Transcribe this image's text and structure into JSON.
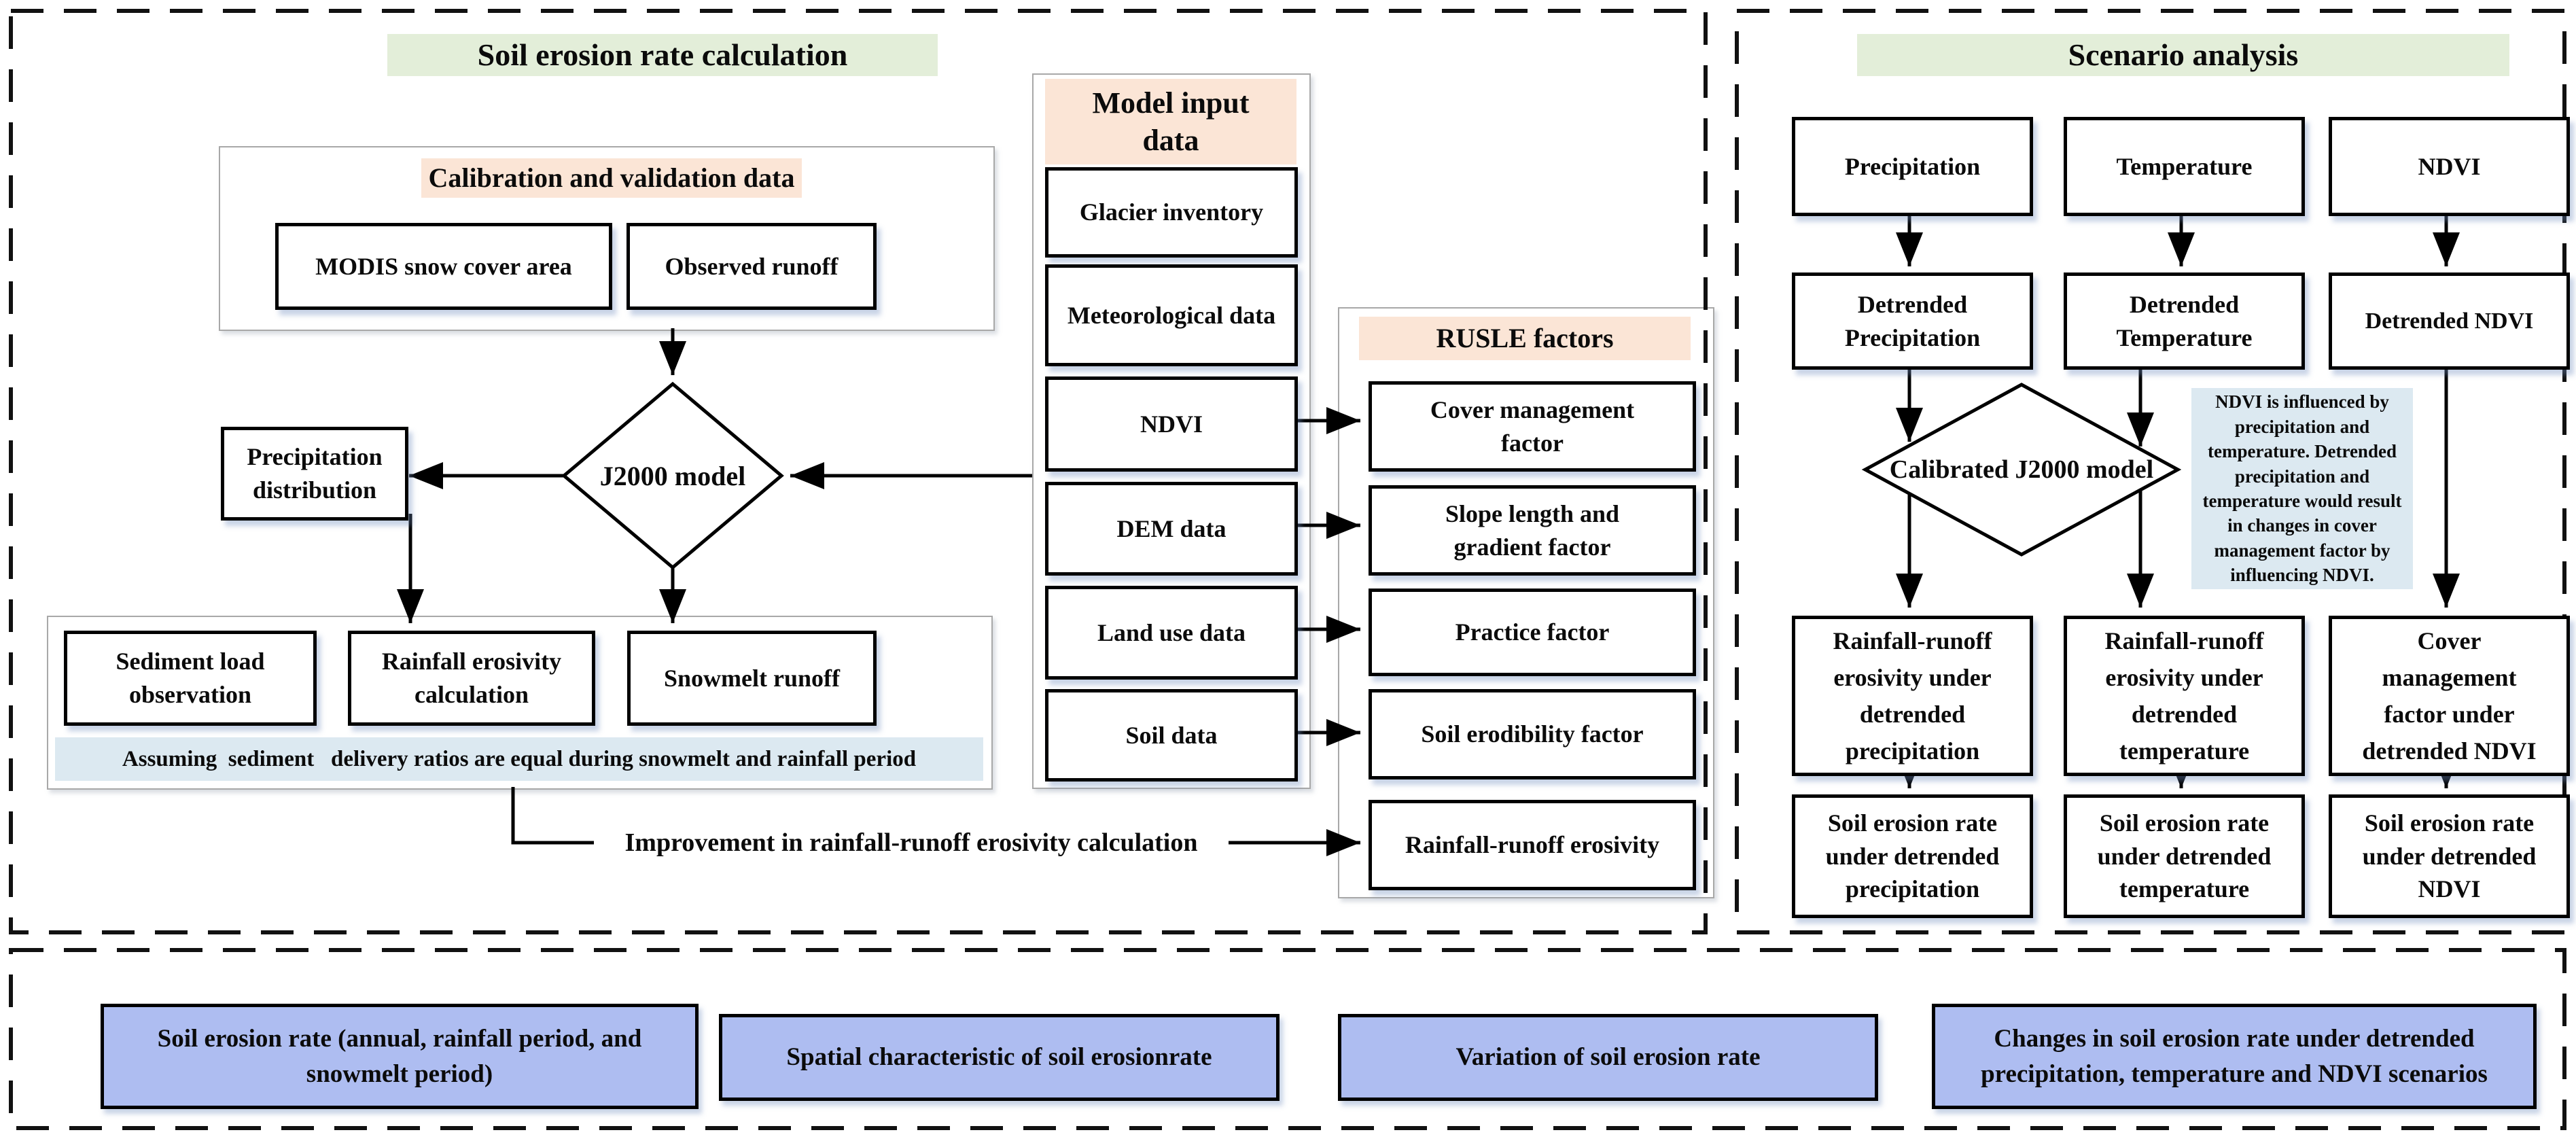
{
  "left_section": {
    "title": "Soil erosion rate calculation",
    "calibration": {
      "title": "Calibration and validation data",
      "boxes": [
        "MODIS snow cover area",
        "Observed runoff"
      ]
    },
    "j2000_label": "J2000 model",
    "precipitation_distribution": "Precipitation distribution",
    "sediment_boxes": [
      "Sediment load observation",
      "Rainfall erosivity calculation",
      "Snowmelt runoff"
    ],
    "assumption_note": "Assuming  sediment   delivery ratios are equal during snowmelt and rainfall period",
    "improvement_label": "Improvement in rainfall-runoff erosivity calculation"
  },
  "model_input": {
    "title": "Model input data",
    "items": [
      "Glacier inventory",
      "Meteorological data",
      "NDVI",
      "DEM data",
      "Land use data",
      "Soil data"
    ]
  },
  "rusle": {
    "title": "RUSLE factors",
    "items": [
      "Cover management factor",
      "Slope length and gradient factor",
      "Practice factor",
      "Soil erodibility factor",
      "Rainfall-runoff erosivity"
    ]
  },
  "scenario": {
    "title": "Scenario analysis",
    "row1": [
      "Precipitation",
      "Temperature",
      "NDVI"
    ],
    "row2": [
      "Detrended Precipitation",
      "Detrended Temperature",
      "Detrended NDVI"
    ],
    "diamond_label": "Calibrated J2000 model",
    "note": "NDVI is influenced by precipitation and temperature. Detrended precipitation and temperature would result in changes in cover management factor by influencing NDVI.",
    "row3": [
      "Rainfall-runoff erosivity under detrended precipitation",
      "Rainfall-runoff erosivity under detrended temperature",
      "Cover management factor under detrended NDVI"
    ],
    "row4": [
      "Soil erosion rate under detrended precipitation",
      "Soil erosion rate under detrended temperature",
      "Soil erosion rate under detrended NDVI"
    ]
  },
  "outputs": [
    "Soil erosion rate (annual, rainfall period, and snowmelt period)",
    "Spatial characteristic of soil erosionrate",
    "Variation of soil erosion rate",
    "Changes in soil erosion rate under detrended precipitation, temperature and NDVI scenarios"
  ],
  "colors": {
    "header_green": "#e3eed9",
    "header_peach": "#fbe5d6",
    "note_blue": "#dce9f1",
    "output_blue": "#aebdf1",
    "line_black": "#000000"
  }
}
